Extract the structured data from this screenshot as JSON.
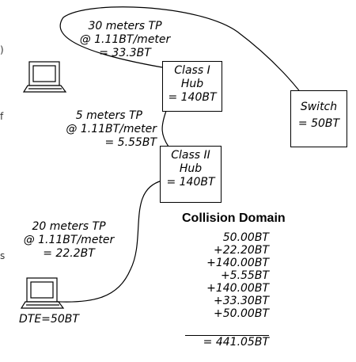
{
  "links": {
    "top": {
      "lines": [
        "30 meters TP",
        "@ 1.11BT/meter",
        "= 33.3BT"
      ]
    },
    "middle": {
      "lines": [
        "5 meters TP",
        "@ 1.11BT/meter",
        "= 5.55BT"
      ]
    },
    "bottom": {
      "lines": [
        "20 meters TP",
        "@ 1.11BT/meter",
        "= 22.2BT"
      ]
    }
  },
  "nodes": {
    "hub1": {
      "lines": [
        "Class I",
        "Hub",
        "= 140BT"
      ]
    },
    "hub2": {
      "lines": [
        "Class II",
        "Hub",
        "= 140BT"
      ]
    },
    "switch": {
      "lines": [
        "Switch",
        "= 50BT"
      ]
    },
    "dte": {
      "label": "DTE=50BT"
    }
  },
  "sum": {
    "title": "Collision Domain",
    "terms": [
      "50.00BT",
      "+22.20BT",
      "+140.00BT",
      "+5.55BT",
      "+140.00BT",
      "+33.30BT",
      "+50.00BT"
    ],
    "total": "= 441.05BT"
  },
  "edge_fragments": {
    "a": ")",
    "b": "f",
    "c": "s"
  }
}
